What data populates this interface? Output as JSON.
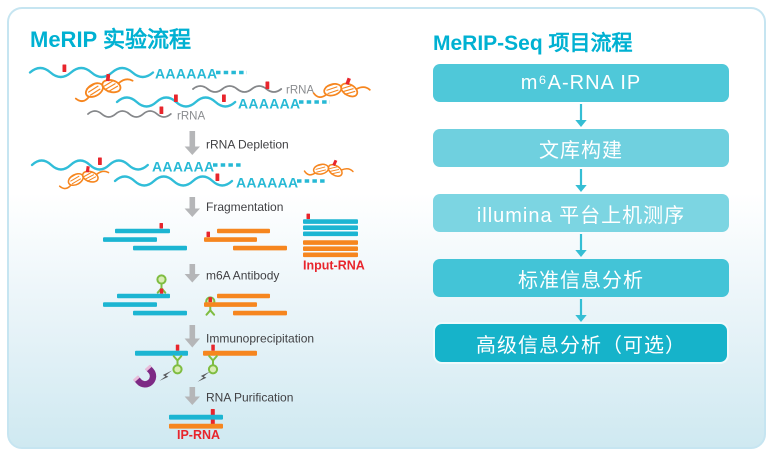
{
  "left": {
    "title": "MeRIP 实验流程",
    "poly_a": "AAAAAA",
    "rrna_label": "rRNA",
    "steps": [
      "rRNA Depletion",
      "Fragmentation",
      "m6A Antibody",
      "Immunoprecipitation",
      "RNA Purification"
    ],
    "input_rna_label": "Input-RNA",
    "ip_rna_label": "IP-RNA"
  },
  "right": {
    "title": "MeRIP-Seq 项目流程",
    "steps": [
      {
        "label": "m⁶A-RNA IP",
        "color": "#4fc8d9"
      },
      {
        "label": "文库构建",
        "color": "#6fd0df"
      },
      {
        "label": "illumina 平台上机测序",
        "color": "#7cd5e2"
      },
      {
        "label": "标准信息分析",
        "color": "#43c4d7"
      },
      {
        "label": "高级信息分析（可选）",
        "color": "#16b3ca"
      }
    ]
  },
  "colors": {
    "title_teal": "#00b1d2",
    "strand_cyan": "#2fbcd6",
    "orange": "#f6861f",
    "red_mark": "#e8252c",
    "antibody_green": "#7fbd41",
    "magnet_purple": "#7d2a85",
    "arrow_gray": "#b5b6b8",
    "flow_arrow_teal": "#35bed4"
  }
}
